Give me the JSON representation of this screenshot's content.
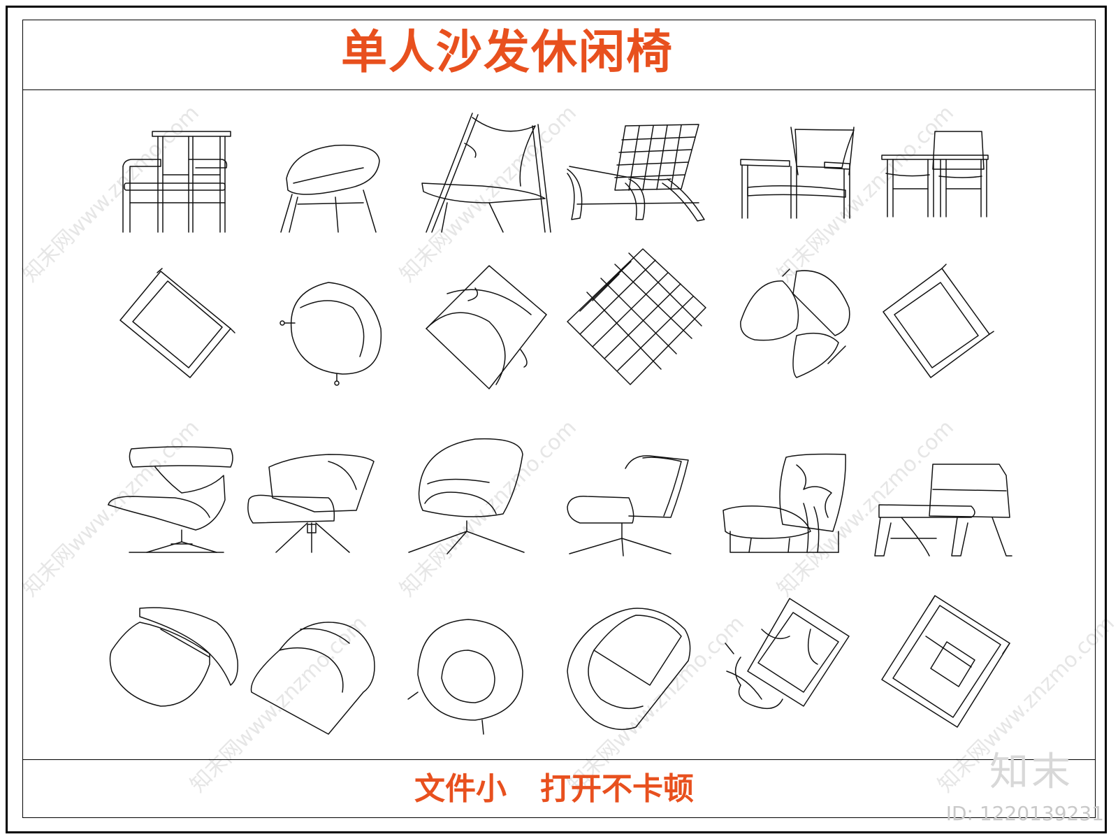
{
  "title": "单人沙发休闲椅",
  "footer": {
    "part1": "文件小",
    "part2": "打开不卡顿"
  },
  "watermark": {
    "site": "知末网www.znzmo.com",
    "brand": "知末",
    "id": "ID: 1220139231"
  },
  "colors": {
    "accent": "#e8501e",
    "line": "#111111",
    "border": "#000000"
  }
}
